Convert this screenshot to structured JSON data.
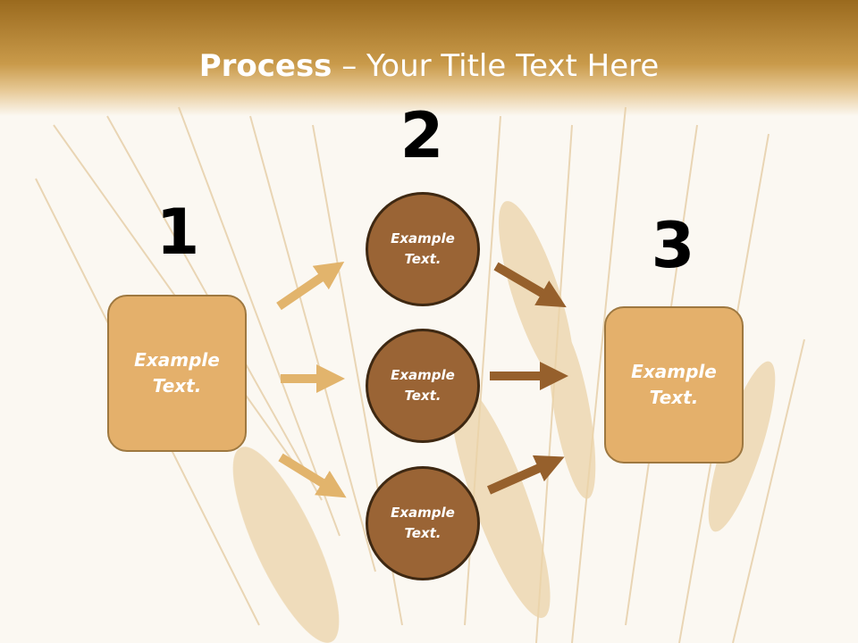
{
  "slide": {
    "title_bold": "Process",
    "title_rest": " – Your Title Text Here"
  },
  "steps": {
    "step1_number": "1",
    "step2_number": "2",
    "step3_number": "3"
  },
  "left_box": {
    "text": "Example Text."
  },
  "circles": [
    {
      "text": "Example Text."
    },
    {
      "text": "Example Text."
    },
    {
      "text": "Example Text."
    }
  ],
  "right_box": {
    "text": "Example Text."
  },
  "colors": {
    "header": "#b4823a",
    "box_fill": "#e4b06b",
    "circle_fill": "#9a6435",
    "left_arrow": "#e2b46c",
    "right_arrow": "#96602c"
  }
}
